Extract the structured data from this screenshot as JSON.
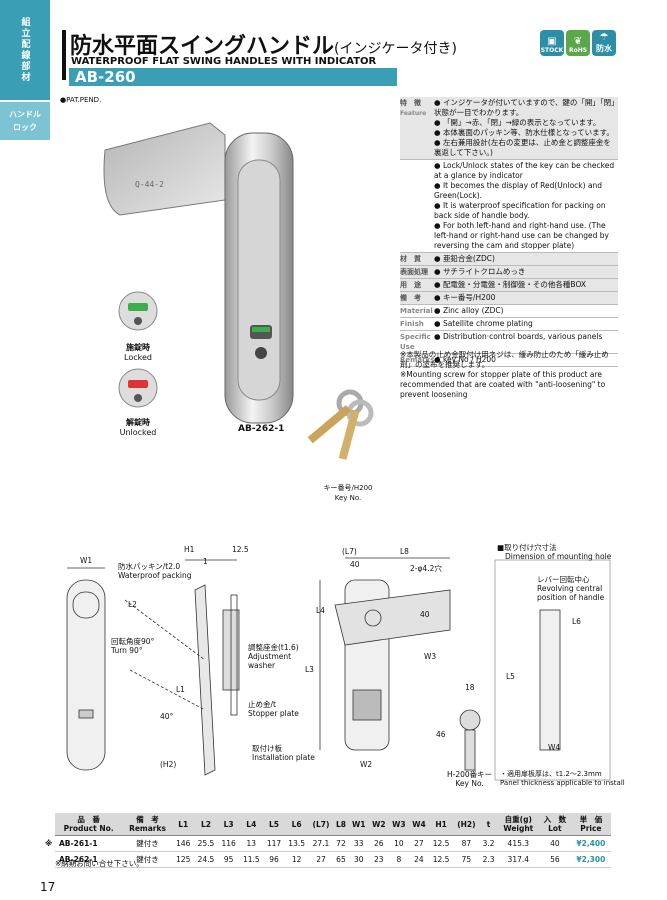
{
  "side_tabs": {
    "category": "組立配線部材",
    "sub": "ハンドル\nロック"
  },
  "header": {
    "title_jp": "防水平面スイングハンドル",
    "title_jp_suffix": "(インジケータ付き)",
    "title_en": "WATERPROOF FLAT SWING HANDLES WITH INDICATOR",
    "model": "AB-260",
    "badges": [
      {
        "label": "STOCK",
        "color": "#2c8fa6"
      },
      {
        "label": "RoHS",
        "color": "#5aa84a"
      },
      {
        "label": "防水",
        "color": "#2c8fa6"
      }
    ]
  },
  "pat_pend": "●PAT.PEND.",
  "photo": {
    "locked_jp": "施錠時",
    "locked_en": "Locked",
    "unlocked_jp": "解錠時",
    "unlocked_en": "Unlocked",
    "model_label": "AB-262-1",
    "key_jp": "キー番号/H200",
    "key_en": "Key No.",
    "engraving": "Q-44-2"
  },
  "spec": {
    "feature_label_jp": "特　徴",
    "feature_label_en": "Feature",
    "features_jp": [
      "インジケータが付いていますので、鍵の「開」「閉」状態が一目でわかります。",
      "「開」→赤、「閉」→緑の表示となっています。",
      "本体裏面のパッキン等、防水仕様となっています。",
      "左右兼用設計(左右の変更は、止め金と調整座金を裏返して下さい。)"
    ],
    "features_en": [
      "Lock/Unlock states of the key can be checked at a glance by indicator",
      "It becomes the display of Red(Unlock) and Green(Lock).",
      "It is waterproof specification for packing on back side of handle body.",
      "For both left-hand and right-hand use. (The left-hand or right-hand use can be changed by reversing the cam and stopper plate)"
    ],
    "rows_jp": [
      {
        "k": "材　質",
        "v": "亜鉛合金(ZDC)"
      },
      {
        "k": "表面処理",
        "v": "サチライトクロムめっき"
      },
      {
        "k": "用　途",
        "v": "配電盤・分電盤・制御盤・その他各種BOX"
      },
      {
        "k": "備　考",
        "v": "キー番号/H200"
      }
    ],
    "rows_en": [
      {
        "k": "Material",
        "v": "Zinc alloy (ZDC)"
      },
      {
        "k": "Finish",
        "v": "Satellite chrome plating"
      },
      {
        "k": "Specific Use",
        "v": "Distribution·control boards, various panels"
      },
      {
        "k": "Remarks",
        "v": "key No / H200"
      }
    ],
    "note_jp": "※本製品の止め金取付け用ネジは、緩み防止のため「緩み止め剤」の塗布を推奨します。",
    "note_en": "※Mounting screw for stopper plate of this product are recommended that are coated with \"anti-loosening\" to prevent loosening"
  },
  "drawing": {
    "w1": "W1",
    "h1": "H1",
    "d125": "12.5",
    "d1": "1",
    "packing_jp": "防水パッキン/t2.0",
    "packing_en": "Waterproof packing",
    "l2": "L2",
    "turn_jp": "回転角度90°",
    "turn_en": "Turn 90°",
    "l1": "L1",
    "deg40": "40°",
    "h2": "(H2)",
    "adj_jp": "調整座金(t1.6)",
    "adj_en1": "Adjustment",
    "adj_en2": "washer",
    "stop_jp": "止め金/t",
    "stop_en": "Stopper plate",
    "inst_jp": "取付け板",
    "inst_en": "Installation plate",
    "l7": "(L7)",
    "l8": "L8",
    "d40a": "40",
    "hole": "2-φ4.2穴",
    "l4": "L4",
    "d40b": "40",
    "l3": "L3",
    "w3": "W3",
    "w2": "W2",
    "d18": "18",
    "d46": "46",
    "keyno_jp": "H-200番キー",
    "keyno_en": "Key No.",
    "mount_jp": "■取り付け穴寸法",
    "mount_en": "Dimension of mounting hole",
    "lever_jp": "レバー回転中心",
    "lever_en1": "Revolving central",
    "lever_en2": "position of handle",
    "l6": "L6",
    "l5": "L5",
    "w4": "W4",
    "thick_jp": "・適用扉板厚は、t1.2〜2.3mm",
    "thick_en": "Panel thickness applicable to install"
  },
  "table": {
    "headers": [
      {
        "jp": "品　番",
        "en": "Product No."
      },
      {
        "jp": "備　考",
        "en": "Remarks"
      },
      {
        "jp": "L1",
        "en": ""
      },
      {
        "jp": "L2",
        "en": ""
      },
      {
        "jp": "L3",
        "en": ""
      },
      {
        "jp": "L4",
        "en": ""
      },
      {
        "jp": "L5",
        "en": ""
      },
      {
        "jp": "L6",
        "en": ""
      },
      {
        "jp": "(L7)",
        "en": ""
      },
      {
        "jp": "L8",
        "en": ""
      },
      {
        "jp": "W1",
        "en": ""
      },
      {
        "jp": "W2",
        "en": ""
      },
      {
        "jp": "W3",
        "en": ""
      },
      {
        "jp": "W4",
        "en": ""
      },
      {
        "jp": "H1",
        "en": ""
      },
      {
        "jp": "(H2)",
        "en": ""
      },
      {
        "jp": "t",
        "en": ""
      },
      {
        "jp": "自重(g)",
        "en": "Weight"
      },
      {
        "jp": "入　数",
        "en": "Lot"
      },
      {
        "jp": "単　価",
        "en": "Price"
      }
    ],
    "rows": [
      {
        "mark": "※",
        "cells": [
          "AB-261-1",
          "鍵付き",
          "146",
          "25.5",
          "116",
          "13",
          "117",
          "13.5",
          "27.1",
          "72",
          "33",
          "26",
          "10",
          "27",
          "12.5",
          "87",
          "3.2",
          "415.3",
          "40",
          "¥2,400"
        ]
      },
      {
        "mark": "",
        "cells": [
          "AB-262-1",
          "鍵付き",
          "125",
          "24.5",
          "95",
          "11.5",
          "96",
          "12",
          "27",
          "65",
          "30",
          "23",
          "8",
          "24",
          "12.5",
          "75",
          "2.3",
          "317.4",
          "56",
          "¥2,300"
        ]
      }
    ],
    "footnote": "※納期お問い合せ下さい。"
  },
  "page_number": "17"
}
